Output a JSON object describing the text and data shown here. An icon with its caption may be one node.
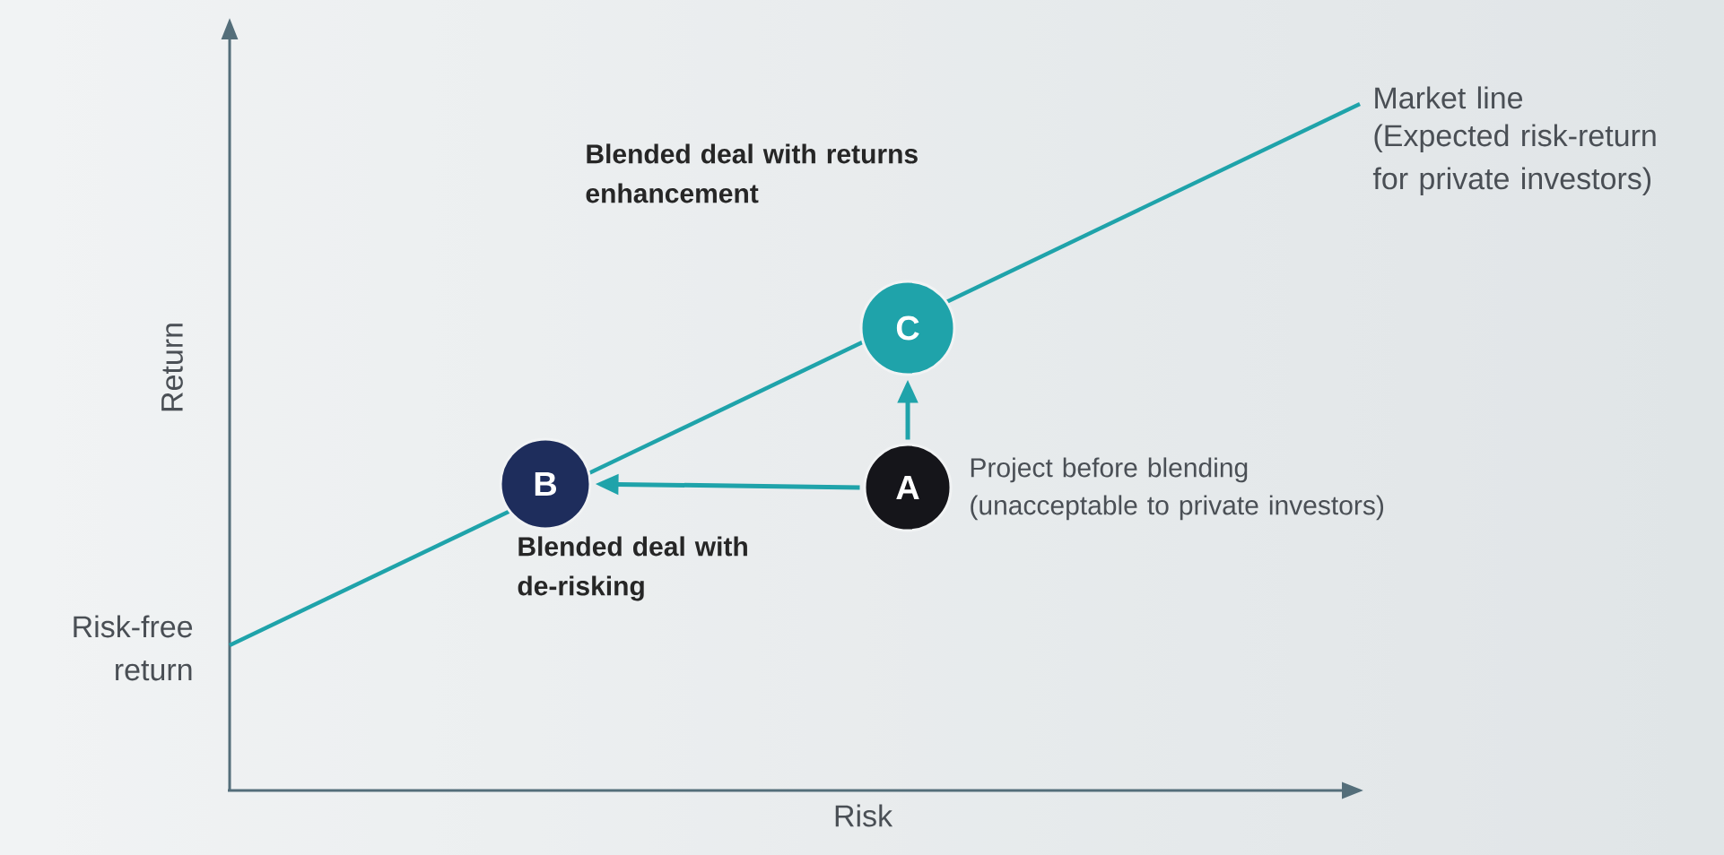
{
  "diagram": {
    "nodes": [
      {
        "text": [
          "C"
        ],
        "beside": [
          "Blended deal with returns enhancement"
        ]
      },
      {
        "text": [
          "B"
        ],
        "beside": [
          "Blended deal with de-risking"
        ]
      },
      {
        "text": [
          "A"
        ],
        "beside": [
          "Project before blending",
          "(unacceptable to private investors)"
        ]
      }
    ],
    "edges": [
      {
        "from": 2,
        "to": 1,
        "arrow": "to"
      },
      {
        "from": 2,
        "to": 0,
        "arrow": "to"
      }
    ],
    "labels": [
      "Market line",
      "(Expected risk-return for private investors)",
      "Return",
      "Risk-free return",
      "Risk"
    ]
  }
}
